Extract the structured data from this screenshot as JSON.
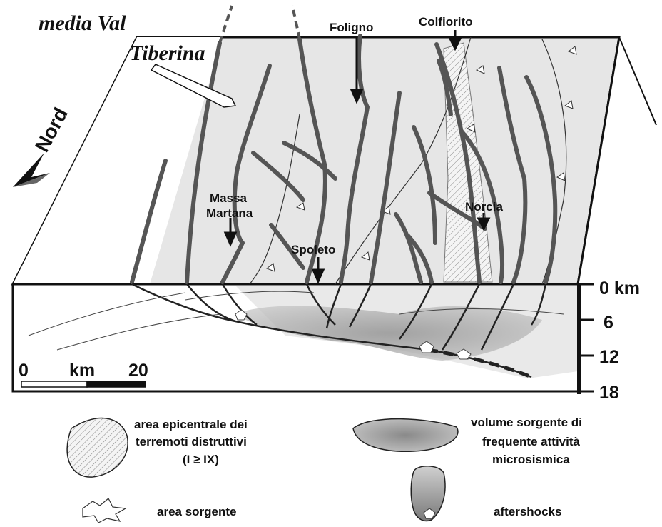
{
  "region_label": {
    "line1": "media Val",
    "line2": "Tiberina"
  },
  "north_label": "Nord",
  "towns": {
    "foligno": "Foligno",
    "colfiorito": "Colfiorito",
    "massa_line1": "Massa",
    "massa_line2": "Martana",
    "spoleto": "Spoleto",
    "norcia": "Norcia"
  },
  "depth_ticks": [
    "0 km",
    "6",
    "12",
    "18"
  ],
  "scale_bar": {
    "start": "0",
    "unit": "km",
    "end": "20"
  },
  "legend": {
    "epicentral": {
      "line1": "area epicentrale dei",
      "line2": "terremoti distruttivi",
      "line3": "(I ≥ IX)"
    },
    "volume": {
      "line1": "volume sorgente di",
      "line2": "frequente attività",
      "line3": "microsismica"
    },
    "source_area": "area sorgente",
    "aftershocks": "aftershocks"
  },
  "colors": {
    "block_top": "#e6e6e6",
    "fault": "#555555",
    "outline": "#111111",
    "volume_fill": "#9a9a9a"
  }
}
